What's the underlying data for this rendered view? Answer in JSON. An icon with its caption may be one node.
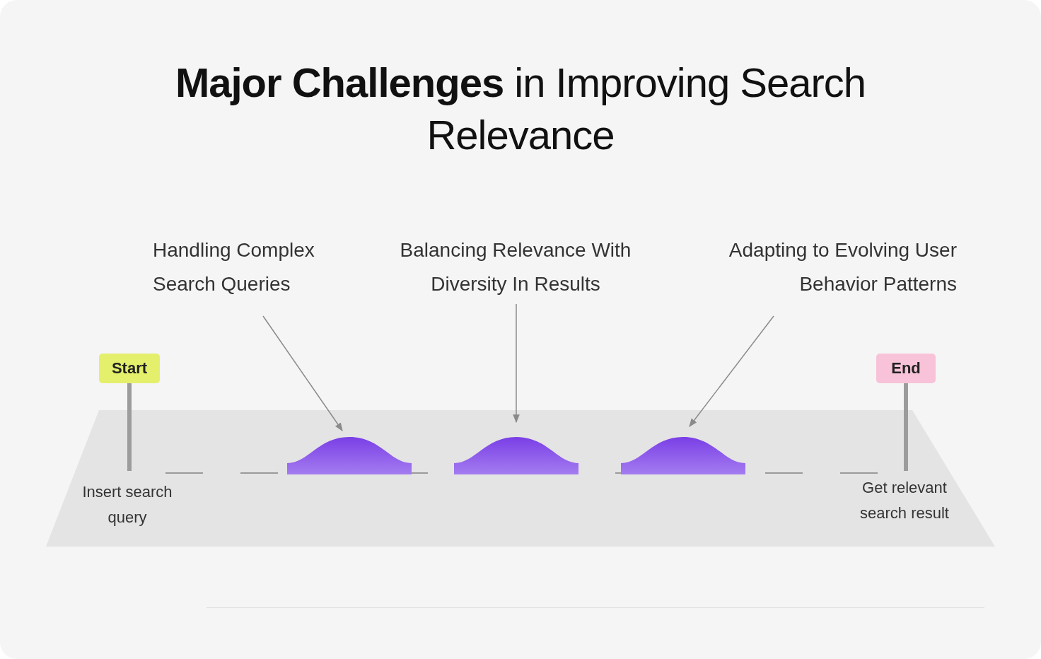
{
  "diagram": {
    "title": "**Major Challenges** in Improving Search Relevance",
    "nodes": [
      {
        "text": [
          "Handling Complex Search Queries"
        ]
      },
      {
        "text": [
          "Balancing Relevance With Diversity In Results"
        ]
      },
      {
        "text": [
          "Adapting to Evolving User Behavior Patterns"
        ]
      },
      {
        "text": [
          "Start"
        ]
      },
      {
        "text": [],
        "shape": "hump"
      },
      {
        "text": [],
        "shape": "hump"
      },
      {
        "text": [],
        "shape": "hump"
      },
      {
        "text": [
          "End"
        ]
      }
    ],
    "labels": [
      "Insert search query",
      "Get relevant search result"
    ],
    "edges": [
      {
        "from": 0,
        "to": 4,
        "arrow": "to"
      },
      {
        "from": 1,
        "to": 5,
        "arrow": "to"
      },
      {
        "from": 2,
        "to": 6,
        "arrow": "to"
      }
    ]
  }
}
